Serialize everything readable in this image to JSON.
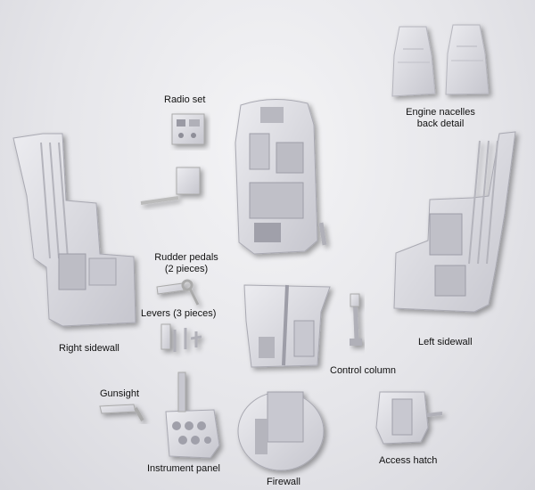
{
  "labels": {
    "radio_set": "Radio set",
    "engine_nacelles_1": "Engine nacelles",
    "engine_nacelles_2": "back detail",
    "rudder_pedals_1": "Rudder pedals",
    "rudder_pedals_2": "(2 pieces)",
    "levers": "Levers (3 pieces)",
    "right_sidewall": "Right sidewall",
    "left_sidewall": "Left sidewall",
    "control_column": "Control column",
    "gunsight": "Gunsight",
    "instrument_panel": "Instrument panel",
    "firewall": "Firewall",
    "access_hatch": "Access hatch"
  },
  "colors": {
    "part_fill": "#d2d2d8",
    "part_light": "#e8e8ec",
    "part_shadow": "#a7a7b0",
    "background": "#e8e8ec"
  }
}
